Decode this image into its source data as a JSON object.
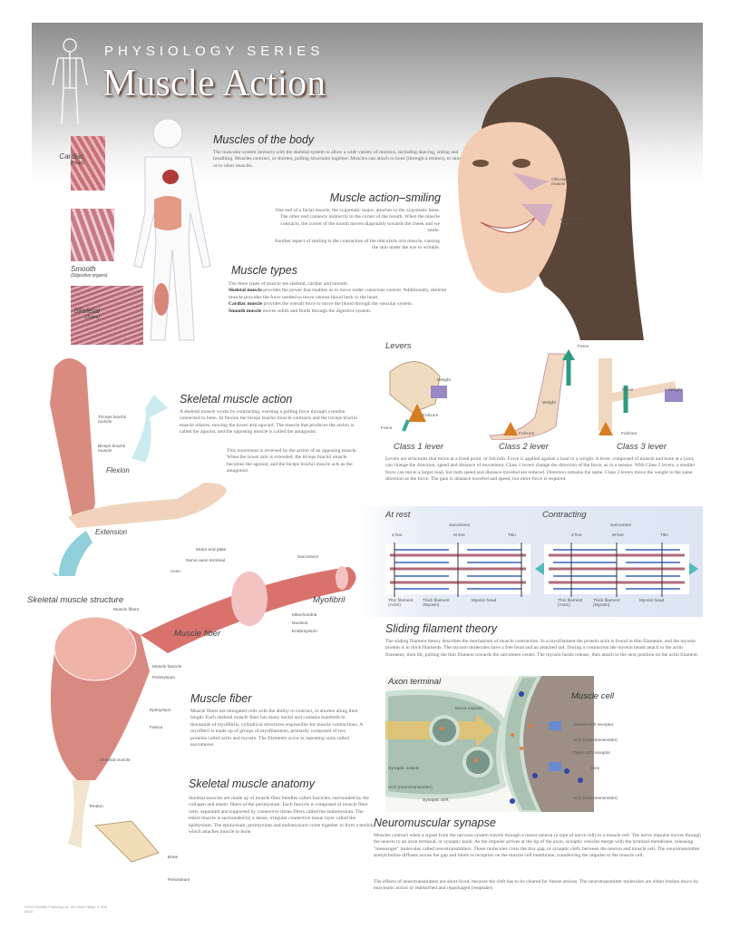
{
  "header": {
    "series": "PHYSIOLOGY SERIES",
    "title": "Muscle Action"
  },
  "muscles_body": {
    "heading": "Muscles of the body",
    "text": "The muscular system interacts with the skeletal system to allow a wide variety of motions, including dancing, sitting and breathing. Muscles contract, or shorten, pulling structures together. Muscles can attach to bone (through a tendon), to skin or to other muscles."
  },
  "smiling": {
    "heading": "Muscle action–smiling",
    "p1": "One end of a facial muscle, the zygomatic major, attaches to the zygomatic bone. The other end connects indirectly to the corner of the mouth. When the muscle contracts, the corner of the mouth moves diagonally towards the cheek and we smile.",
    "p2": "Another aspect of smiling is the contraction of the obicularis oris muscle, causing the skin under the eye to wrinkle.",
    "label_obicularis": "Obicularis oris muscle",
    "label_zygomatic": "Zygomatic major muscle"
  },
  "types": {
    "heading": "Muscle types",
    "intro": "The three types of muscle are skeletal, cardiac and smooth.",
    "skeletal_term": "Skeletal muscle",
    "skeletal": "provides the power that enables us to move under conscious control. Additionally, skeletal muscle provides the force needed to move venous blood back to the heart.",
    "cardiac_term": "Cardiac muscle",
    "cardiac": "provides the overall force to move the blood through the vascular system.",
    "smooth_term": "Smooth muscle",
    "smooth": "moves solids and fluids through the digestive system."
  },
  "body_labels": {
    "cardiac": "Cardiac",
    "cardiac_sub": "(Heart)",
    "smooth": "Smooth",
    "smooth_sub": "(Digestive organs)",
    "skeletal": "Skeletal",
    "skeletal_sub": "(Joints)"
  },
  "levers": {
    "heading": "Levers",
    "class1": "Class 1 lever",
    "class2": "Class 2 lever",
    "class3": "Class 3 lever",
    "force": "Force",
    "weight": "Weight",
    "fulcrum": "Fulcrum",
    "text": "Levers are structures that move at a fixed point, or fulcrum. Force is applied against a load or a weight. A lever, composed of muscle and bone at a joint, can change the direction, speed and distance of movement. Class 1 levers change the direction of the force, as in a seesaw. With Class 2 levers, a smaller force can move a larger load, but both speed and distance traveled are reduced. Direction remains the same. Class 3 levers move the weight in the same direction as the force. The gain is distance traveled and speed, but more force is required."
  },
  "skeletal_action": {
    "heading": "Skeletal muscle action",
    "p1": "A skeletal muscle works by contracting, exerting a pulling force through a tendon connected to bone. In flexion the biceps brachii muscle contracts and the triceps brachii muscle relaxes, moving the lower arm upward. The muscle that produces the action is called the agonist, and the opposing muscle is called the antagonist.",
    "p2": "This movement is reversed by the action of an opposing muscle. When the lower arm is extended, the triceps brachii muscle becomes the agonist, and the biceps brachii muscle acts as the antagonist.",
    "triceps": "Triceps brachii muscle",
    "biceps": "Biceps brachii muscle",
    "flexion": "Flexion",
    "extension": "Extension"
  },
  "sarcomere": {
    "at_rest": "At rest",
    "contracting": "Contracting",
    "sarcomere": "Sarcomere",
    "z_line": "Z line",
    "m_line": "M line",
    "titin": "Titin",
    "thin": "Thin filament (Actin)",
    "thick": "Thick filament (Myosin)",
    "head": "Myosin head"
  },
  "sliding": {
    "heading": "Sliding filament theory",
    "text": "The sliding filament theory describes the mechanism of muscle contraction. In a myofilament the protein actin is found in thin filaments, and the myosin protein is in thick filaments. The myosin molecules have a free head and an attached tail. During a contraction the myosin heads attach to the actin filaments, then tilt, pulling the thin filament towards the sarcomere center. The myosin heads release, then attach to the next position on the actin filament."
  },
  "structure": {
    "heading": "Skeletal muscle structure",
    "muscle_fibers": "Muscle fibers",
    "muscle_fascicle": "Muscle fascicle",
    "perimysium": "Perimysium",
    "epimysium": "Epimysium",
    "fascia": "Fascia",
    "skeletal_muscle": "Skeletal muscle",
    "tendon": "Tendon",
    "bone": "Bone",
    "periosteum": "Periosteum",
    "motor_end_plate": "Motor end plate",
    "nerve_axon_terminal": "Nerve axon terminal",
    "axon": "Axon",
    "sarcomere": "Sarcomere",
    "myofibril": "Myofibril",
    "muscle_fiber": "Muscle fiber",
    "mitochondria": "Mitochondria",
    "nucleus": "Nucleus",
    "endomysium": "Endomysium"
  },
  "fiber": {
    "heading": "Muscle fiber",
    "text": "Muscle fibers are elongated cells with the ability to contract, or shorten along their length. Each skeletal muscle fiber has many nuclei and contains hundreds to thousands of myofibrils, cylindrical structures responsible for muscle contractions. A myofibril is made up of groups of myofilaments, primarily composed of two proteins called actin and myosin. The filaments occur in repeating units called sarcomeres."
  },
  "anatomy": {
    "heading": "Skeletal muscle anatomy",
    "text": "Skeletal muscles are made up of muscle fiber bundles called fascicles, surrounded by the collagen and elastic fibers of the perimysium. Each fascicle is composed of muscle fiber cells, separated and supported by connective tissue fibers called the endomysium. The entire muscle is surrounded by a dense, irregular connective tissue layer called the epimysium. The epimysium, perimysium and endomysium come together to form a tendon, which attaches muscle to bone."
  },
  "synapse_diagram": {
    "axon_terminal": "Axon terminal",
    "muscle_cell": "Muscle cell",
    "nerve_impulse": "Nerve impulse",
    "synaptic_vesicle": "Synaptic vesicle",
    "ach_nt": "ACh (neurotransmitter)",
    "synaptic_cleft": "Synaptic cleft",
    "closed_receptor": "Closed ACh receptor",
    "open_receptor": "Open ACh receptor",
    "ions": "Ions"
  },
  "synapse": {
    "heading": "Neuromuscular synapse",
    "p1": "Muscles contract when a signal from the nervous system travels through a motor neuron (a type of nerve cell) to a muscle cell. The nerve impulse moves through the neuron to an axon terminal, or synaptic knob. As the impulse arrives at the tip of the axon, synaptic vesicles merge with the terminal membrane, releasing \"messenger\" molecules called neurotransmitters. These molecules cross the tiny gap, or synaptic cleft, between the neuron and muscle cell. The neurotransmitter acetylcholine diffuses across the gap and binds to receptors on the muscle cell membrane, transferring the impulse to the muscle cell.",
    "p2": "The effects of neurotransmitters are short-lived, because the cleft has to be cleared for future actions. The neurotransmitter molecules are either broken down by enzymatic action or reabsorbed and repackaged (reuptake)."
  },
  "footer": {
    "copyright": "©2013 Scientific Publishing Ltd., Elk Grove Village, IL USA",
    "code": "#6110"
  }
}
